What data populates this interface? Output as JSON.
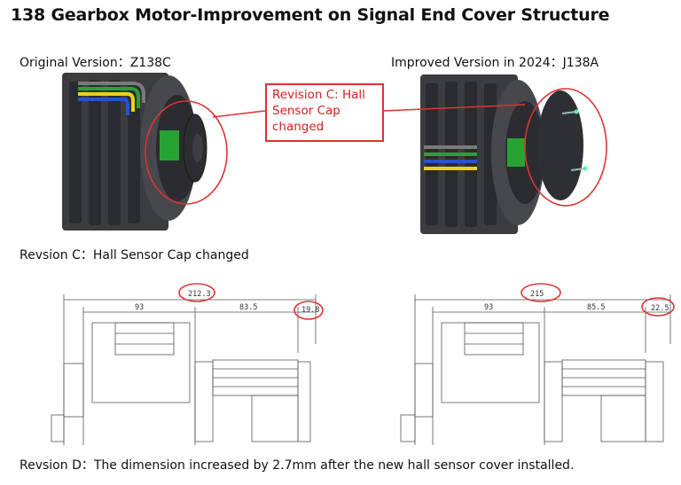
{
  "title": "138 Gearbox Motor-Improvement on Signal End Cover Structure",
  "original_version_label": "Original Version：Z138C",
  "improved_version_label": "Improved Version in 2024：J138A",
  "callout_text": "Revision C: Hall\nSensor Cap\nchanged",
  "revision_c_caption": "Revsion C：Hall Sensor Cap changed",
  "revision_d_caption": "Revsion D：The dimension increased by 2.7mm after the new hall sensor cover installed.",
  "drawing_left": {
    "total": "212.3",
    "seg1": "93",
    "seg2": "83.5",
    "cap": "19.8"
  },
  "drawing_right": {
    "total": "215",
    "seg1": "93",
    "seg2": "85.5",
    "cap": "22.5"
  },
  "colors": {
    "highlight_red": "#dd3333",
    "wire_green": "#2e9e3a",
    "wire_yellow": "#e8d21c",
    "wire_blue": "#2255cc",
    "pcb_green": "#27a334"
  }
}
